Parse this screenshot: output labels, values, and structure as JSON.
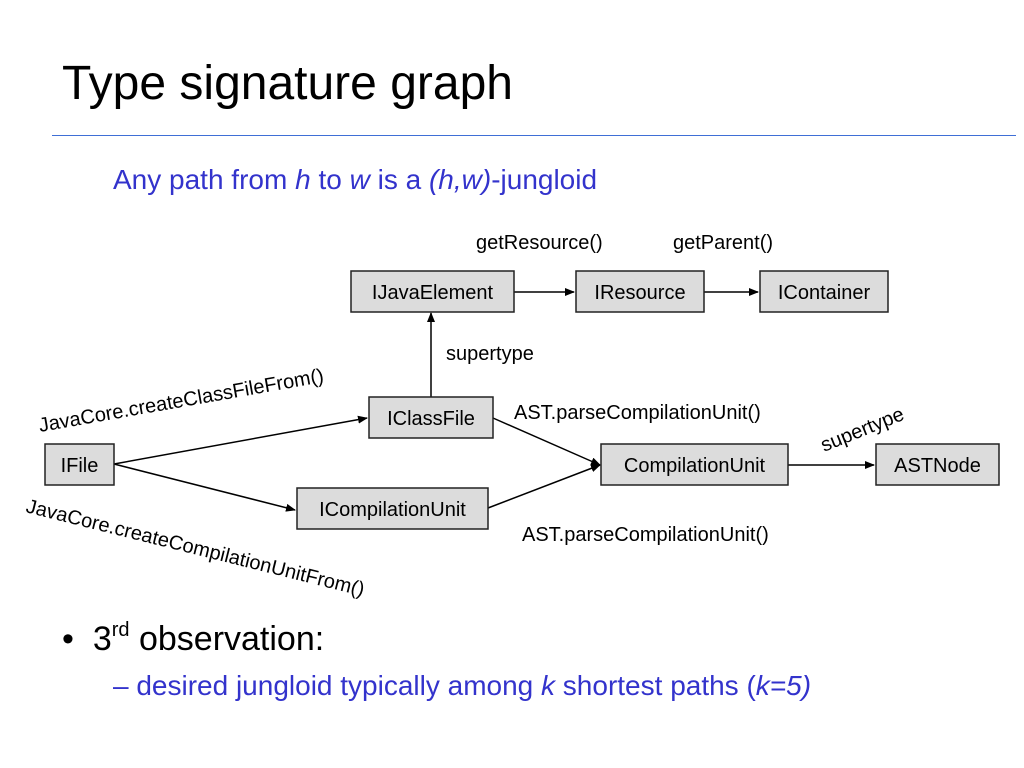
{
  "title": "Type signature graph",
  "subtitle": {
    "pre": "Any path from ",
    "h": "h",
    "to": " to ",
    "w": "w",
    "is_a": " is a ",
    "hw": "(h,w)",
    "post": "-jungloid"
  },
  "nodes": {
    "ijavaelement": "IJavaElement",
    "iresource": "IResource",
    "icontainer": "IContainer",
    "iclassfile": "IClassFile",
    "ifile": "IFile",
    "icompilationunit": "ICompilationUnit",
    "compilationunit": "CompilationUnit",
    "astnode": "ASTNode"
  },
  "edge_labels": {
    "get_resource": "getResource()",
    "get_parent": "getParent()",
    "supertype_classfile": "supertype",
    "create_classfile": "JavaCore.createClassFileFrom()",
    "parse_from_classfile": "AST.parseCompilationUnit()",
    "supertype_cu": "supertype",
    "create_cu": "JavaCore.createCompilationUnitFrom()",
    "parse_from_icu": "AST.parseCompilationUnit()"
  },
  "bullet": {
    "marker": "•",
    "pre": "3",
    "sup": "rd",
    "post": " observation:"
  },
  "subbullet": {
    "pre": "– desired jungloid typically among ",
    "k": "k",
    "mid": " shortest paths (",
    "k5": "k=5)"
  }
}
